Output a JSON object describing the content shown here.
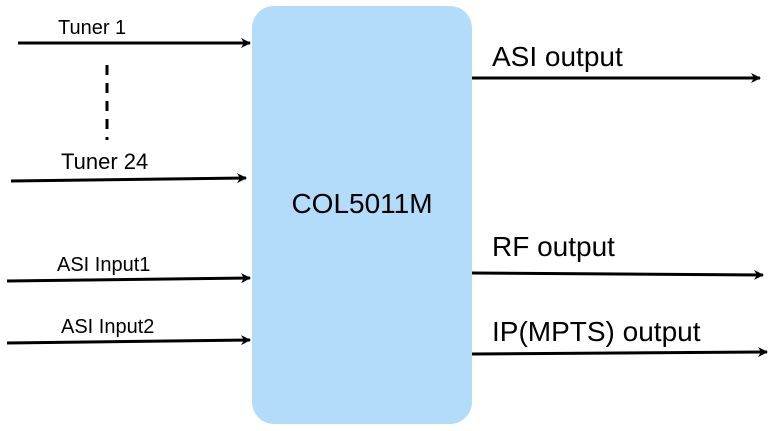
{
  "diagram": {
    "device": {
      "label": "COL5011M",
      "color": "#b3dbfa"
    },
    "inputs": [
      {
        "label": "Tuner 1"
      },
      {
        "label": "Tuner 24"
      },
      {
        "label": "ASI Input1"
      },
      {
        "label": "ASI Input2"
      }
    ],
    "outputs": [
      {
        "label": "ASI output"
      },
      {
        "label": "RF output"
      },
      {
        "label": "IP(MPTS) output"
      }
    ],
    "ellipsis": "dashed vertical line between Tuner 1 and Tuner 24"
  }
}
